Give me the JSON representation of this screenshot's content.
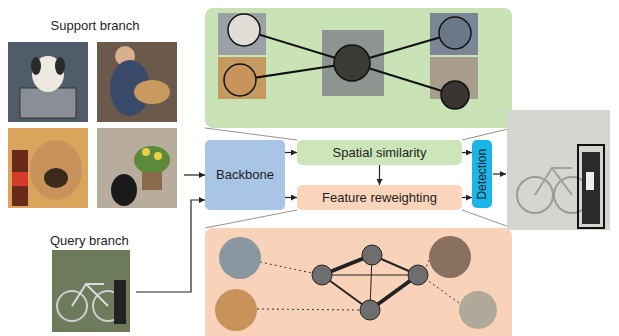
{
  "diagram": {
    "nodes": [
      {
        "text": [
          "Support branch"
        ]
      },
      {
        "text": [
          "Query branch"
        ]
      },
      {
        "text": [
          "Backbone"
        ]
      },
      {
        "text": [
          "Spatial similarity"
        ]
      },
      {
        "text": [
          "Feature reweighting"
        ]
      },
      {
        "text": [
          "Detection"
        ]
      }
    ],
    "edges": [
      {
        "from": 0,
        "to": 2,
        "arrow": "to"
      },
      {
        "from": 1,
        "to": 2,
        "arrow": "to"
      },
      {
        "from": 2,
        "to": 3,
        "arrow": "to"
      },
      {
        "from": 2,
        "to": 4,
        "arrow": "to"
      },
      {
        "from": 3,
        "to": 4,
        "arrow": "to"
      },
      {
        "from": 3,
        "to": 5,
        "arrow": "to"
      },
      {
        "from": 4,
        "to": 5,
        "arrow": "to"
      }
    ]
  }
}
